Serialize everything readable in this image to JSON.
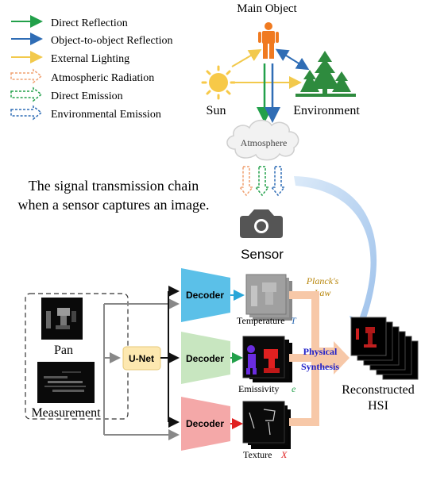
{
  "legend": {
    "direct_reflection": "Direct Reflection",
    "object_reflection": "Object-to-object Reflection",
    "external_lighting": "External Lighting",
    "atmospheric_radiation": "Atmospheric Radiation",
    "direct_emission": "Direct Emission",
    "environmental_emission": "Environmental Emission"
  },
  "scene": {
    "main_object": "Main Object",
    "sun": "Sun",
    "environment": "Environment",
    "atmosphere": "Atmosphere",
    "sensor": "Sensor",
    "caption_line1": "The signal transmission chain",
    "caption_line2": "when a sensor captures an image."
  },
  "pipeline": {
    "pan": "Pan",
    "measurement": "Measurement",
    "unet": "U-Net",
    "decoder_top": "Decoder",
    "decoder_mid": "Decoder",
    "decoder_bot": "Decoder",
    "temperature_label": "Temperature",
    "temperature_symbol": "T",
    "emissivity_label": "Emissivity",
    "emissivity_symbol": "e",
    "texture_label": "Texture",
    "texture_symbol": "X",
    "planck_line1": "Planck's",
    "planck_line2": "Law",
    "physical_line1": "Physical",
    "physical_line2": "Synthesis",
    "reconstructed_line1": "Reconstructed",
    "reconstructed_line2": "HSI"
  },
  "colors": {
    "green": "#22a04a",
    "blue": "#2f6db5",
    "yellow": "#f2c94c",
    "orange_dashed": "#f0a070",
    "decoder_top": "#5bc0e8",
    "decoder_mid": "#c8e6c0",
    "decoder_bot": "#f4a8a8",
    "unet": "#fde8b0",
    "planck_arrow": "#a8c8ec",
    "synthesis_arrow": "#f7c8a8"
  }
}
